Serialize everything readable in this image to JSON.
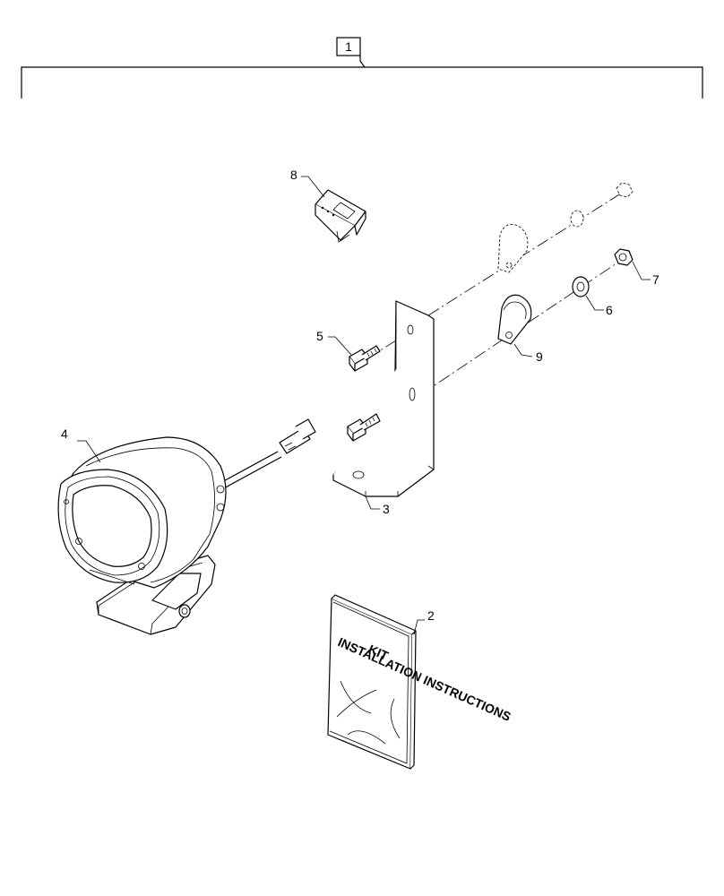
{
  "callouts": {
    "assembly": "1",
    "manual": "2",
    "bracket": "3",
    "work_light": "4",
    "bolt": "5",
    "washer": "6",
    "nut": "7",
    "switch": "8",
    "clamp": "9"
  },
  "manual_cover": {
    "line1": "KIT",
    "line2": "INSTALLATION INSTRUCTIONS"
  }
}
